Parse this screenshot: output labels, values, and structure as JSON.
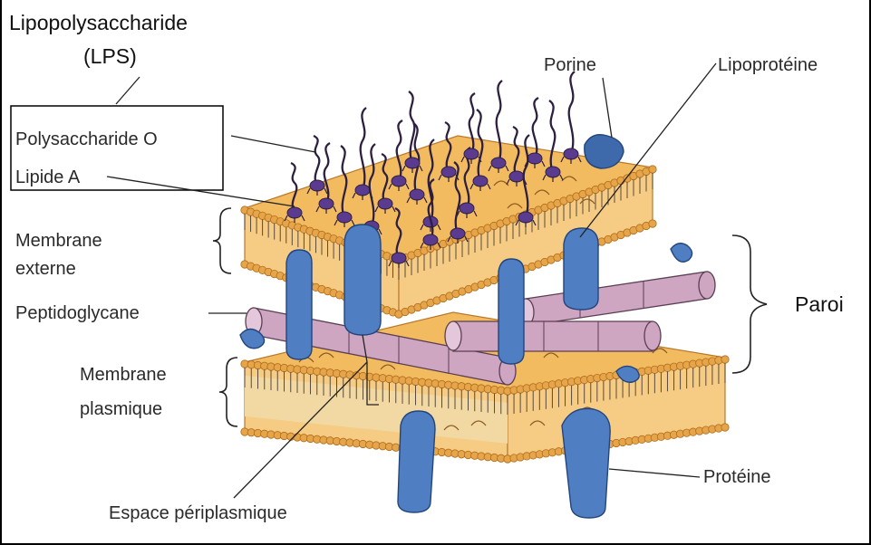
{
  "labels": {
    "lps_title_line1": "Lipopolysaccharide",
    "lps_title_line2": "(LPS)",
    "polysaccharide_o": "Polysaccharide O",
    "lipide_a": "Lipide A",
    "membrane_externe_1": "Membrane",
    "membrane_externe_2": "externe",
    "peptidoglycane": "Peptidoglycane",
    "membrane_plasmique_1": "Membrane",
    "membrane_plasmique_2": "plasmique",
    "espace_periplasmique": "Espace périplasmique",
    "porine": "Porine",
    "lipoproteine": "Lipoprotéine",
    "paroi": "Paroi",
    "proteine": "Protéine"
  },
  "colors": {
    "membrane_top": "#f3bb5f",
    "membrane_side": "#f6cc84",
    "protein": "#4f7fc2",
    "peptidoglycan": "#cfa6c2",
    "lps": "#5a3b8f"
  }
}
